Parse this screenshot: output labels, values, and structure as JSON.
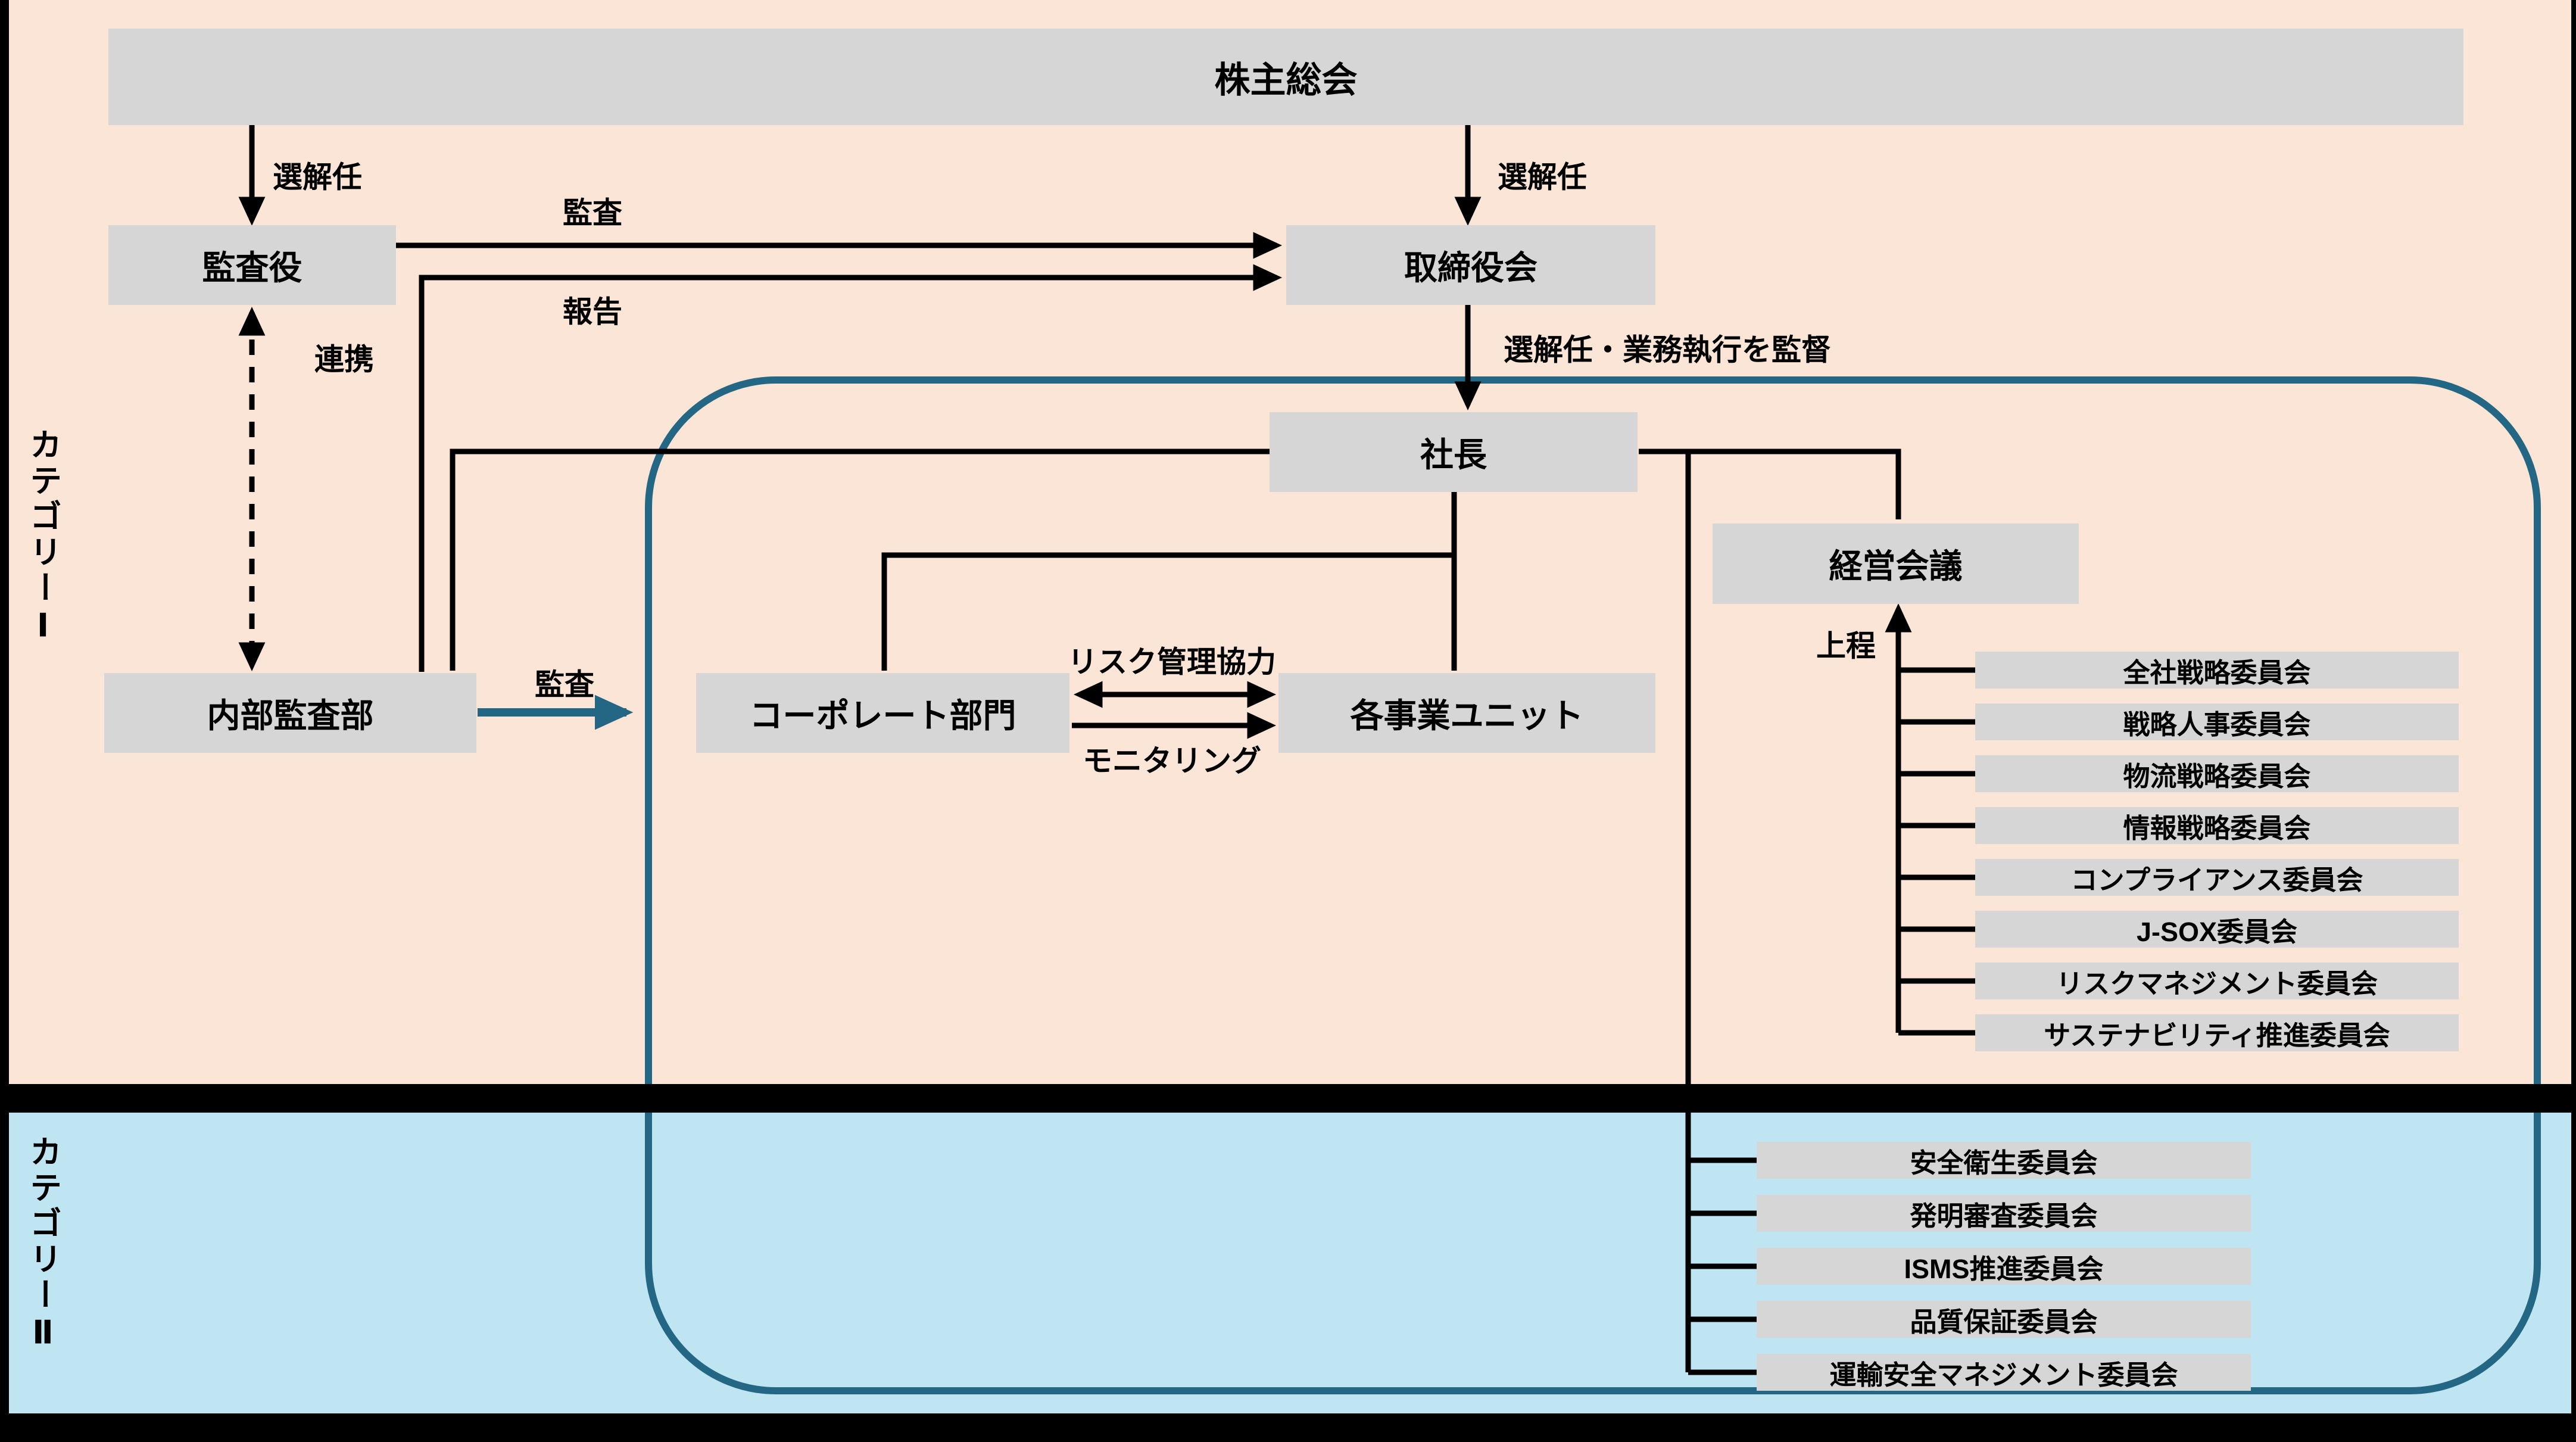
{
  "diagram": {
    "categories": {
      "category1": "カテゴリーⅠ",
      "category2": "カテゴリーⅡ"
    },
    "nodes": {
      "shareholders_meeting": "株主総会",
      "corporate_auditor": "監査役",
      "board_of_directors": "取締役会",
      "president": "社長",
      "management_council": "経営会議",
      "internal_audit_dept": "内部監査部",
      "corporate_division": "コーポレート部門",
      "business_units": "各事業ユニット"
    },
    "edge_labels": {
      "election_left": "選解任",
      "election_right": "選解任",
      "audit_to_board": "監査",
      "report": "報告",
      "cooperation": "連携",
      "supervision": "選解任・業務執行を監督",
      "audit_internal": "監査",
      "risk_cooperation": "リスク管理協力",
      "monitoring": "モニタリング",
      "submission": "上程"
    },
    "council_committees": [
      "全社戦略委員会",
      "戦略人事委員会",
      "物流戦略委員会",
      "情報戦略委員会",
      "コンプライアンス委員会",
      "J-SOX委員会",
      "リスクマネジメント委員会",
      "サステナビリティ推進委員会"
    ],
    "operational_committees": [
      "安全衛生委員会",
      "発明審査委員会",
      "ISMS推進委員会",
      "品質保証委員会",
      "運輸安全マネジメント委員会"
    ],
    "colors": {
      "category1_background": "#FBE5D6",
      "category2_background": "#BFE4F2",
      "node_fill": "#D6D6D6",
      "line": "#000000",
      "accent_teal": "#236785",
      "frame": "#000000"
    }
  }
}
